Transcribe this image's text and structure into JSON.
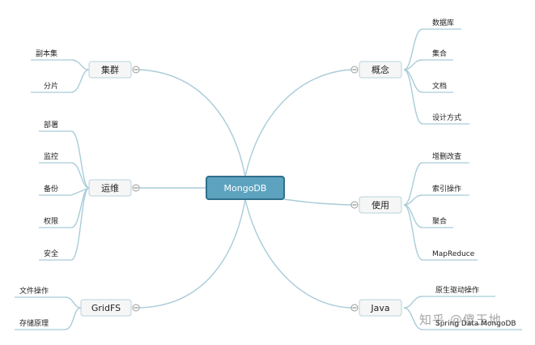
{
  "root": {
    "label": "MongoDB"
  },
  "branches": {
    "cluster": {
      "label": "集群",
      "leaves": [
        "副本集",
        "分片"
      ]
    },
    "ops": {
      "label": "运维",
      "leaves": [
        "部署",
        "监控",
        "备份",
        "权限",
        "安全"
      ]
    },
    "gridfs": {
      "label": "GridFS",
      "leaves": [
        "文件操作",
        "存储原理"
      ]
    },
    "concept": {
      "label": "概念",
      "leaves": [
        "数据库",
        "集合",
        "文档",
        "设计方式"
      ]
    },
    "usage": {
      "label": "使用",
      "leaves": [
        "增删改查",
        "索引操作",
        "聚合",
        "MapReduce"
      ]
    },
    "java": {
      "label": "Java",
      "leaves": [
        "原生驱动操作",
        "Spring Data MongoDB"
      ]
    }
  },
  "watermark": "知乎 @傻玉地",
  "colors": {
    "edge": "#a9ccd8",
    "root_fill": "#5da3bf",
    "root_border": "#2f6f8b",
    "node_fill": "#f6f6f6"
  }
}
